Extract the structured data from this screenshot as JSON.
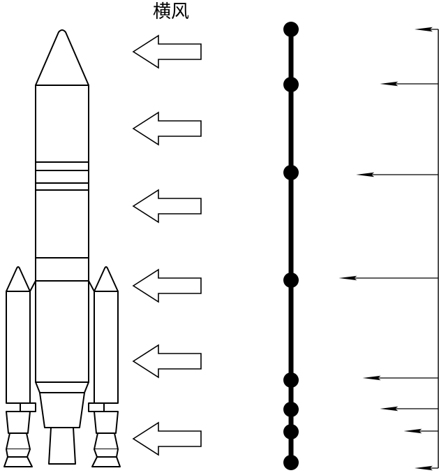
{
  "title": "横风",
  "figure": {
    "wind_arrow_count": 6,
    "beam_node_count": 8,
    "load_arrows": [
      {
        "relative_length": 0.11
      },
      {
        "relative_length": 0.27
      },
      {
        "relative_length": 0.38
      },
      {
        "relative_length": 0.46
      },
      {
        "relative_length": 0.35
      },
      {
        "relative_length": 0.27
      },
      {
        "relative_length": 0.16
      },
      {
        "relative_length": 0.11
      }
    ],
    "colors": {
      "stroke": "#000000",
      "fill": "#ffffff"
    }
  }
}
